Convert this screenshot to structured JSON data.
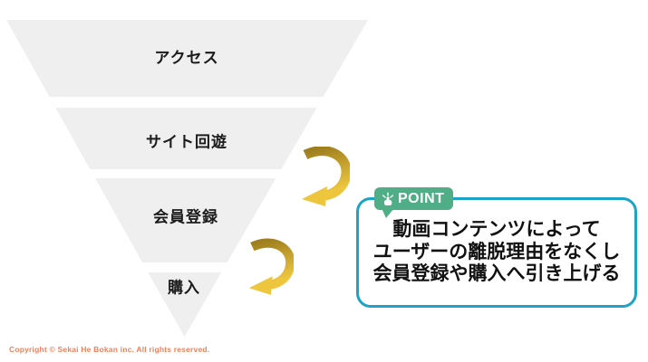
{
  "funnel": {
    "fill_color": "#efefef",
    "tiers": [
      {
        "label": "アクセス"
      },
      {
        "label": "サイト回遊"
      },
      {
        "label": "会員登録"
      },
      {
        "label": "購入"
      }
    ]
  },
  "arrows": {
    "description": "curved drop-down arrows between funnel stages",
    "color_dark": "#9d7d1d",
    "color_light": "#eec63e"
  },
  "callout": {
    "badge": {
      "label": "POINT",
      "bg_color": "#4fae85",
      "icon": "pointing-hand-icon"
    },
    "border_color": "#1ca3c6",
    "lines": [
      "動画コンテンツによって",
      "ユーザーの離脱理由をなくし",
      "会員登録や購入へ引き上げる"
    ]
  },
  "footer": {
    "copyright": "Copyright © Sekai He Bokan inc. All rights reserved.",
    "color": "#f0805a"
  }
}
